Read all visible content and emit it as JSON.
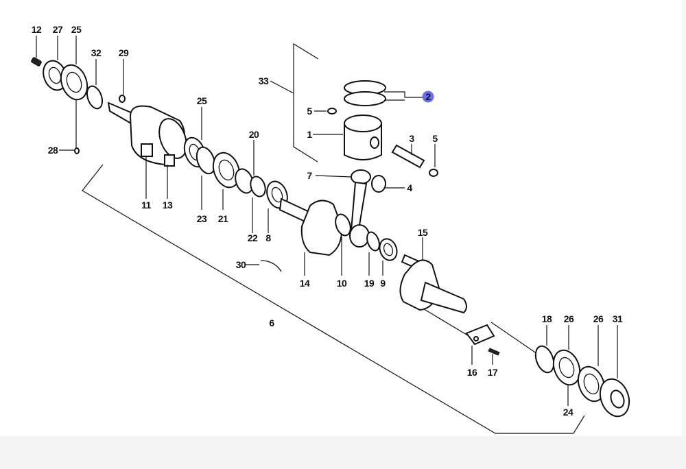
{
  "callouts": {
    "p12": "12",
    "p27": "27",
    "p25a": "25",
    "p32": "32",
    "p29": "29",
    "p28": "28",
    "p25b": "25",
    "p11": "11",
    "p13": "13",
    "p23": "23",
    "p21": "21",
    "p20": "20",
    "p22": "22",
    "p8": "8",
    "p33": "33",
    "p5a": "5",
    "p1": "1",
    "p2": "2",
    "p3": "3",
    "p5b": "5",
    "p7": "7",
    "p4": "4",
    "p30": "30",
    "p14": "14",
    "p10": "10",
    "p19": "19",
    "p9": "9",
    "p15": "15",
    "p6": "6",
    "p16": "16",
    "p17": "17",
    "p18": "18",
    "p26a": "26",
    "p26b": "26",
    "p31": "31",
    "p24": "24"
  },
  "highlight_color": "#6b6cf6"
}
